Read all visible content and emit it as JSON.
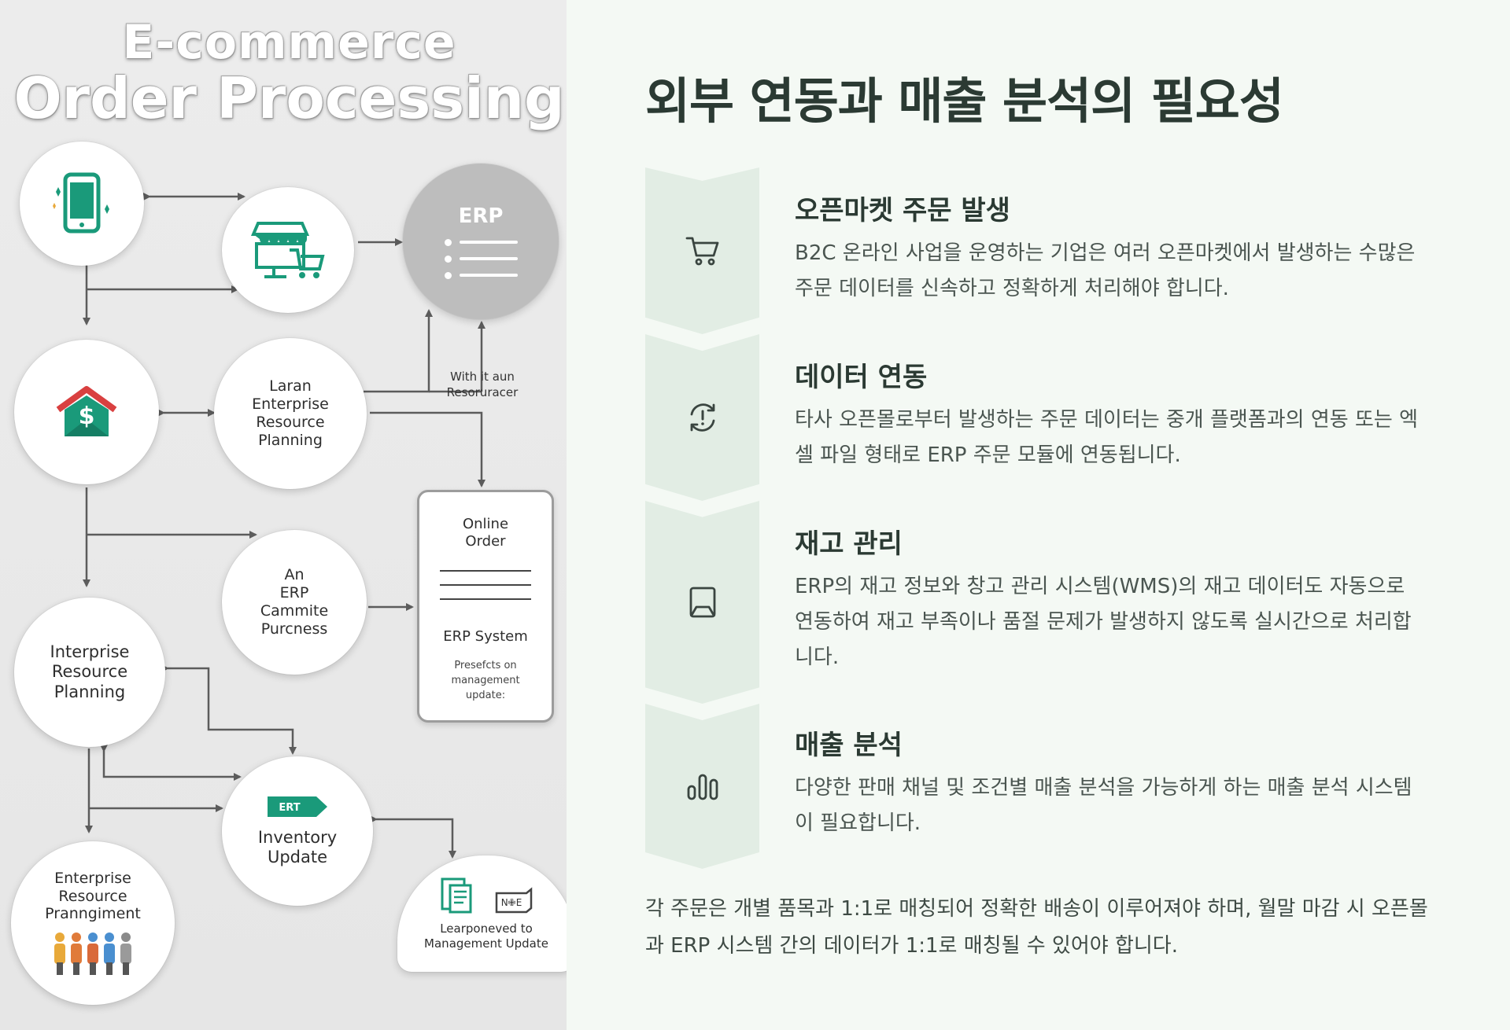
{
  "left_panel": {
    "title_line1": "E-commerce",
    "title_line2": "Order Processing",
    "erp_node_label": "ERP",
    "laran_node": "Laran\nEnterprise\nResource\nPlanning",
    "edge_label_with": "With it aun\nResoruracer",
    "online_order": {
      "title": "Online\nOrder",
      "subtitle": "ERP System",
      "small": "Presefcts on\nmanagement\nupdate:"
    },
    "an_erp_node": "An\nERP\nCammite\nPurcness",
    "interprise_node": "Interprise\nResource\nPlanning",
    "inventory_badge": "ERT",
    "inventory_node": "Inventory\nUpdate",
    "enterprise_node": "Enterprise\nResource\nPranngiment",
    "learpone_node": "Learponeved to\nManagement Update",
    "box_icon_text": "N✙E",
    "colors": {
      "accent": "#1a9a7a",
      "house_roof": "#d94040",
      "erp_grey": "#bdbdbd"
    }
  },
  "right_panel": {
    "title": "외부 연동과 매출 분석의 필요성",
    "items": [
      {
        "icon": "shopping-cart-icon",
        "title": "오픈마켓 주문 발생",
        "description": "B2C 온라인 사업을 운영하는 기업은 여러 오픈마켓에서 발생하는 수많은 주문 데이터를 신속하고 정확하게 처리해야 합니다."
      },
      {
        "icon": "sync-alert-icon",
        "title": "데이터 연동",
        "description": "타사 오픈몰로부터 발생하는 주문 데이터는 중개 플랫폼과의 연동 또는 엑셀 파일 형태로 ERP 주문 모듈에 연동됩니다."
      },
      {
        "icon": "box-icon",
        "title": "재고 관리",
        "description": "ERP의 재고 정보와 창고 관리 시스템(WMS)의 재고 데이터도 자동으로 연동하여 재고 부족이나 품절 문제가 발생하지 않도록 실시간으로 처리합니다."
      },
      {
        "icon": "bar-chart-icon",
        "title": "매출 분석",
        "description": "다양한 판매 채널 및 조건별 매출 분석을 가능하게 하는 매출 분석 시스템이 필요합니다."
      }
    ],
    "footer": "각 주문은 개별 품목과 1:1로 매칭되어 정확한 배송이 이루어져야 하며, 월말 마감 시 오픈몰과 ERP 시스템 간의 데이터가 1:1로 매칭될 수 있어야 합니다.",
    "colors": {
      "chevron": "#e2ede4",
      "title": "#2b3a33",
      "text": "#4a5550"
    }
  }
}
